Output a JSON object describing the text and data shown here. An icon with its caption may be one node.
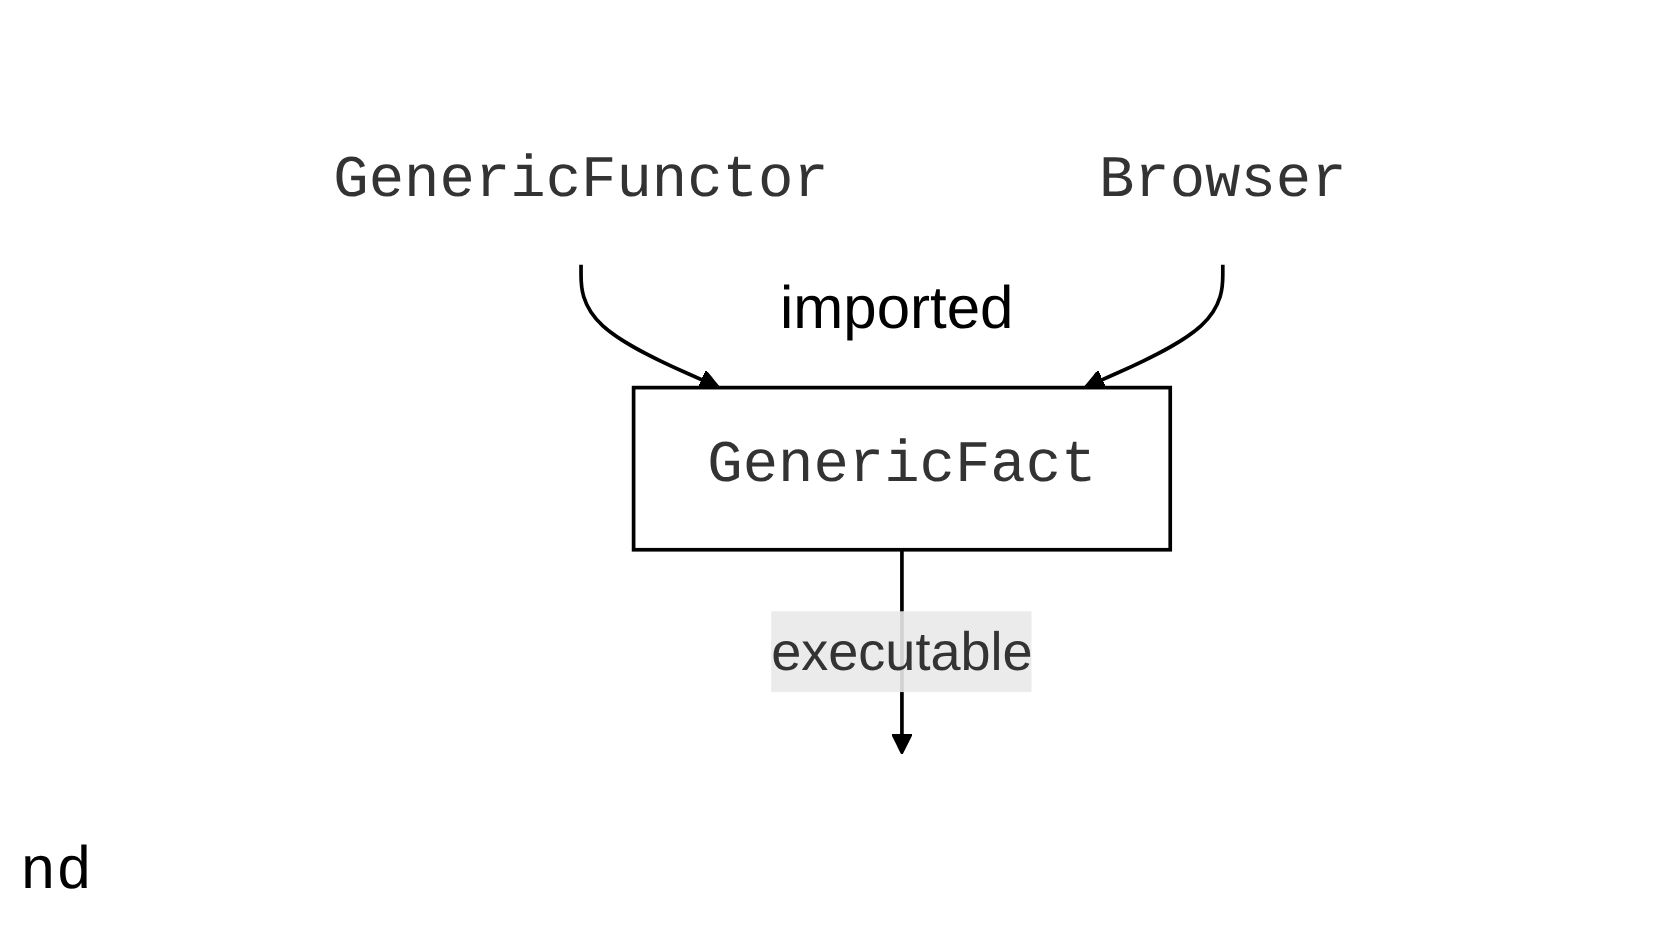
{
  "diagram": {
    "nodes": [
      {
        "text": [
          "GenericFunctor"
        ]
      },
      {
        "text": [
          "Browser"
        ]
      },
      {
        "text": [
          "GenericFact"
        ]
      }
    ],
    "edges": [
      {
        "from": 0,
        "to": 2,
        "arrow": "to"
      },
      {
        "from": 1,
        "to": 2,
        "arrow": "to"
      },
      {
        "from": 2,
        "to": null,
        "arrow": "to",
        "label": "executable"
      }
    ],
    "labels": [
      "imported",
      "nd"
    ]
  }
}
